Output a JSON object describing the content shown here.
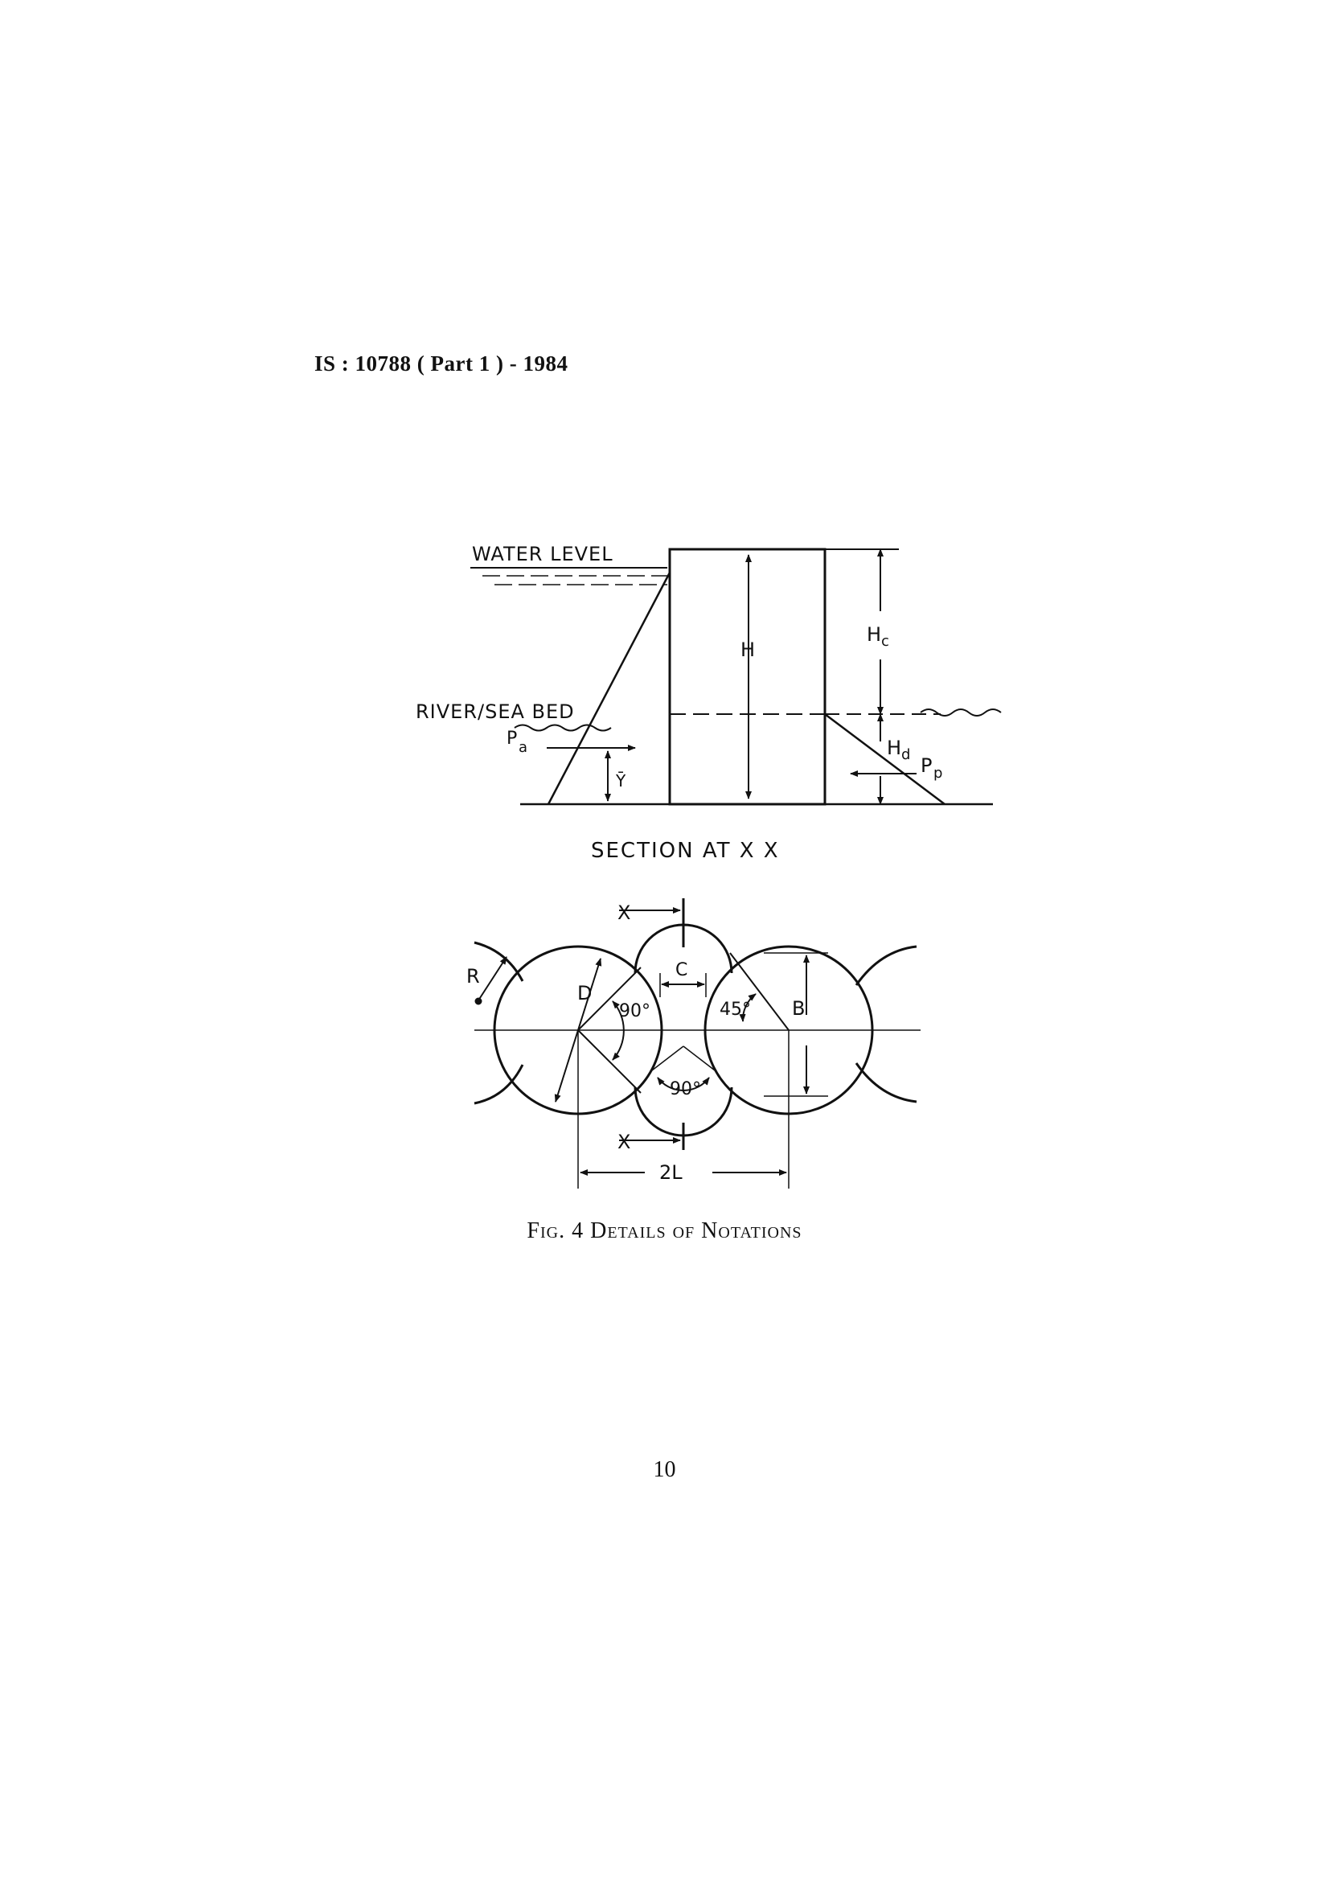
{
  "header": {
    "standard_ref": "IS : 10788 ( Part 1 ) - 1984"
  },
  "section": {
    "water_level_label": "WATER LEVEL",
    "river_bed_label": "RIVER/SEA BED",
    "pa_label": "P",
    "pa_sub": "a",
    "ybar_label": "Ȳ",
    "h_label": "H",
    "hc_label": "H",
    "hc_sub": "c",
    "hd_label": "H",
    "hd_sub": "d",
    "pp_label": "P",
    "pp_sub": "p",
    "title": "SECTION  AT  X X"
  },
  "plan": {
    "x_top": "X",
    "x_bottom": "X",
    "r_label": "R",
    "d_label": "D",
    "c_label": "C",
    "b_label": "B",
    "angle_90_a": "90°",
    "angle_90_b": "90°",
    "angle_45": "45°",
    "two_l_label": "2L"
  },
  "caption": {
    "text": "Fig. 4 Details of Notations"
  },
  "page_number": "10"
}
